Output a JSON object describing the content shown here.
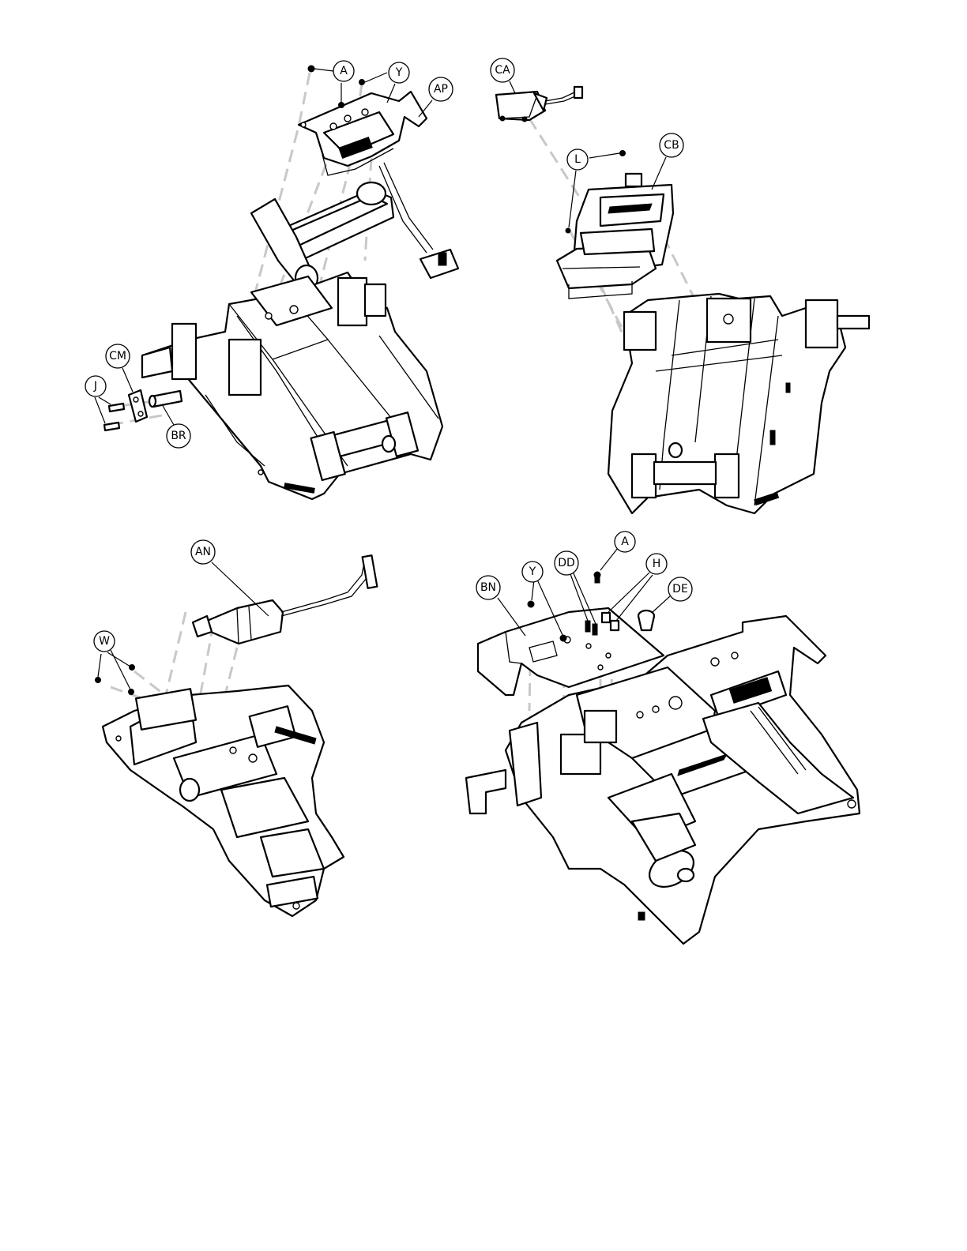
{
  "callouts": [
    {
      "id": "A",
      "label": "A"
    },
    {
      "id": "Y",
      "label": "Y"
    },
    {
      "id": "AP",
      "label": "AP"
    },
    {
      "id": "CA",
      "label": "CA"
    },
    {
      "id": "L",
      "label": "L"
    },
    {
      "id": "CB",
      "label": "CB"
    },
    {
      "id": "CM",
      "label": "CM"
    },
    {
      "id": "J",
      "label": "J"
    },
    {
      "id": "BR",
      "label": "BR"
    },
    {
      "id": "AN",
      "label": "AN"
    },
    {
      "id": "W",
      "label": "W"
    },
    {
      "id": "BN",
      "label": "BN"
    },
    {
      "id": "Y2",
      "label": "Y"
    },
    {
      "id": "DD",
      "label": "DD"
    },
    {
      "id": "A2",
      "label": "A"
    },
    {
      "id": "H",
      "label": "H"
    },
    {
      "id": "DE",
      "label": "DE"
    }
  ]
}
